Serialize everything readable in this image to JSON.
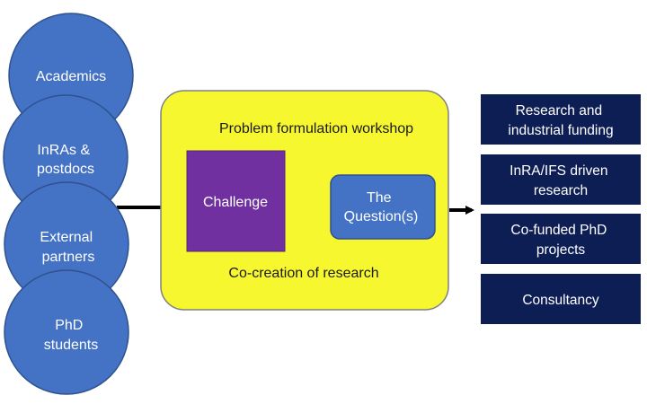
{
  "stakeholders": [
    {
      "lines": [
        "Academics"
      ]
    },
    {
      "lines": [
        "InRAs &",
        "postdocs"
      ]
    },
    {
      "lines": [
        "External",
        "partners"
      ]
    },
    {
      "lines": [
        "PhD",
        "students"
      ]
    }
  ],
  "workshop": {
    "title": "Problem formulation workshop",
    "challenge_label": "Challenge",
    "question_lines": [
      "The",
      "Question(s)"
    ],
    "footer": "Co-creation of research"
  },
  "outputs": [
    {
      "lines": [
        "Research and",
        "industrial funding"
      ]
    },
    {
      "lines": [
        "InRA/IFS driven",
        "research"
      ]
    },
    {
      "lines": [
        "Co-funded PhD",
        "projects"
      ]
    },
    {
      "lines": [
        "Consultancy"
      ]
    }
  ],
  "colors": {
    "circle_fill": "#4472C4",
    "circle_stroke": "#2F528F",
    "workshop_fill": "#F7F730",
    "workshop_stroke": "#808080",
    "challenge_fill": "#7030A0",
    "question_fill": "#4472C4",
    "output_fill": "#0D1E55",
    "arrow": "#000000"
  }
}
